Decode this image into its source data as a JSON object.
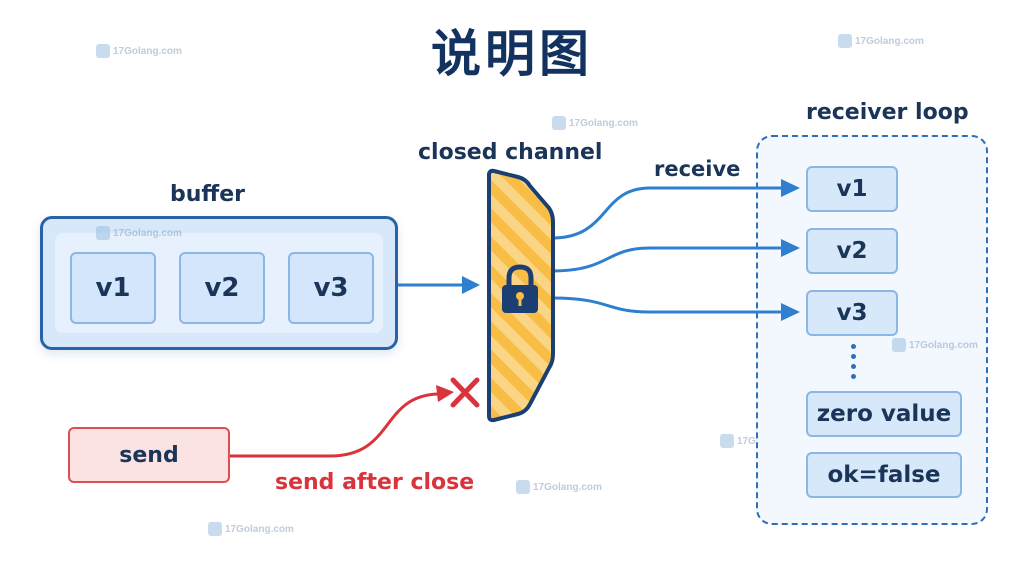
{
  "title": "说明图",
  "labels": {
    "buffer": "buffer",
    "closed_channel": "closed channel",
    "receive": "receive",
    "receiver_loop": "receiver loop",
    "send_after_close": "send after close"
  },
  "buffer_items": [
    "v1",
    "v2",
    "v3"
  ],
  "send_box": "send",
  "receiver_items": [
    "v1",
    "v2",
    "v3"
  ],
  "receiver_extra": [
    "zero value",
    "ok=false"
  ],
  "watermark": "17Golang.com",
  "colors": {
    "title": "#13325f",
    "blue_arrow": "#2e7fd0",
    "red_arrow": "#d9343c",
    "channel_fill": "#f7bd45",
    "channel_stroke": "#1b3f72"
  },
  "icons": [
    "lock-icon",
    "x-mark-icon"
  ]
}
